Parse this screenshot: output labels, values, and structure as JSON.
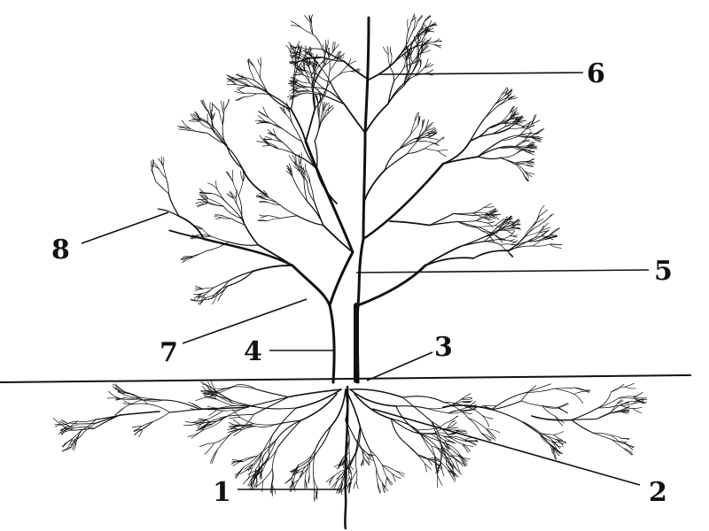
{
  "diagram": {
    "labels": [
      {
        "id": "1",
        "text": "1"
      },
      {
        "id": "2",
        "text": "2"
      },
      {
        "id": "3",
        "text": "3"
      },
      {
        "id": "4",
        "text": "4"
      },
      {
        "id": "5",
        "text": "5"
      },
      {
        "id": "6",
        "text": "6"
      },
      {
        "id": "7",
        "text": "7"
      },
      {
        "id": "8",
        "text": "8"
      }
    ]
  }
}
